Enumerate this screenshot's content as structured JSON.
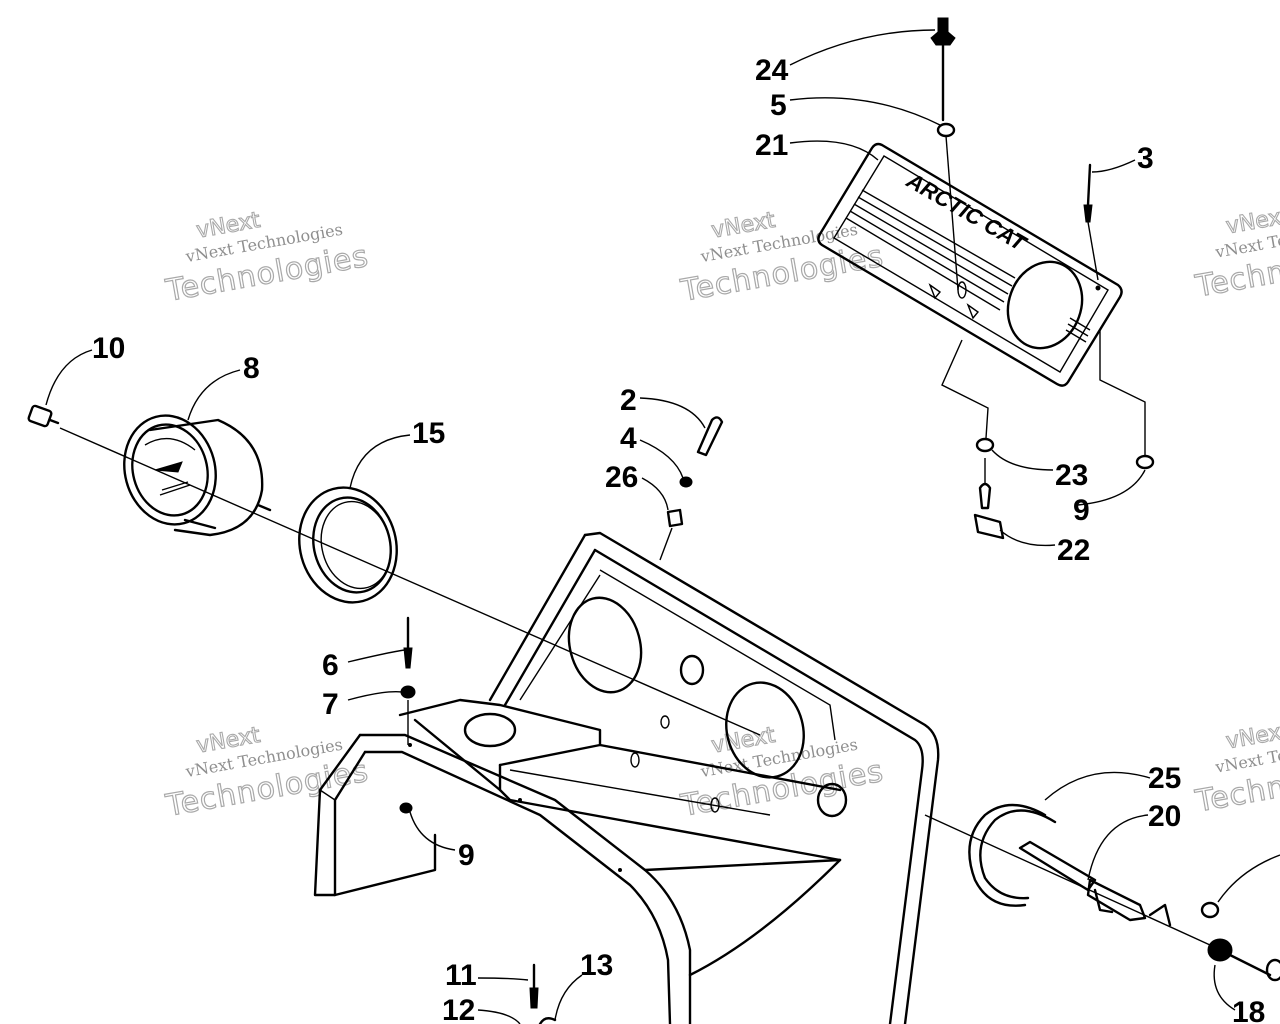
{
  "diagram": {
    "plate_brand": "ARCTIC CAT",
    "watermark": {
      "line1": "vNext Technologies",
      "line2": "Technologies",
      "line3": "vNext"
    },
    "callouts": {
      "c24": "24",
      "c5": "5",
      "c21": "21",
      "c3": "3",
      "c10": "10",
      "c8": "8",
      "c15": "15",
      "c2": "2",
      "c4": "4",
      "c26": "26",
      "c23": "23",
      "c9a": "9",
      "c22": "22",
      "c6": "6",
      "c7": "7",
      "c9b": "9",
      "c25": "25",
      "c20": "20",
      "c11": "11",
      "c13": "13",
      "c12": "12",
      "c18": "18"
    }
  }
}
